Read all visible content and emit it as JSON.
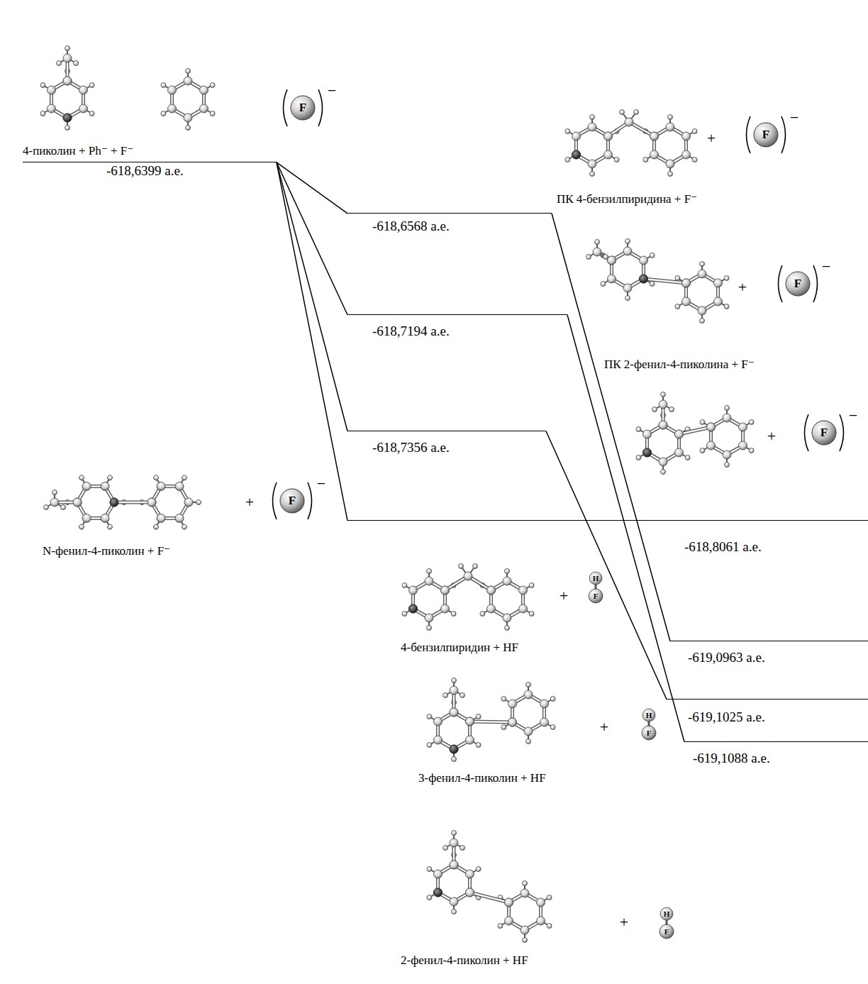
{
  "diagram": {
    "nodes": [
      {
        "text": [
          "-618,6399 а.е."
        ]
      },
      {
        "text": [
          "-618,6568 а.е."
        ]
      },
      {
        "text": [
          "-618,7194 а.е."
        ]
      },
      {
        "text": [
          "-618,7356 а.е."
        ]
      },
      {
        "text": [
          "-618,8061 а.е."
        ]
      },
      {
        "text": [
          "-619,0963 а.е."
        ]
      },
      {
        "text": [
          "-619,1025 а.е."
        ]
      },
      {
        "text": [
          "-619,1088 а.е."
        ]
      }
    ],
    "edges": [
      {
        "from": 0,
        "to": 1,
        "arrow": "none"
      },
      {
        "from": 0,
        "to": 2,
        "arrow": "none"
      },
      {
        "from": 0,
        "to": 3,
        "arrow": "none"
      },
      {
        "from": 0,
        "to": 4,
        "arrow": "none"
      },
      {
        "from": 1,
        "to": 5,
        "arrow": "none"
      },
      {
        "from": 2,
        "to": 7,
        "arrow": "none"
      },
      {
        "from": 3,
        "to": 6,
        "arrow": "none"
      }
    ],
    "labels": [
      "4-пиколин + Ph⁻ + F⁻",
      "ПК 4-бензилпиридина + F⁻",
      "ПК 2-фенил-4-пиколина + F⁻",
      "N-фенил-4-пиколин + F⁻",
      "4-бензилпиридин + HF",
      "3-фенил-4-пиколин + HF",
      "2-фенил-4-пиколин + HF",
      "+",
      "+",
      "+",
      "+",
      "+",
      "+",
      "+",
      "F",
      "−",
      "F",
      "−",
      "F",
      "−",
      "F",
      "−",
      "F",
      "−",
      "H",
      "F",
      "H",
      "F",
      "H",
      "F"
    ]
  }
}
